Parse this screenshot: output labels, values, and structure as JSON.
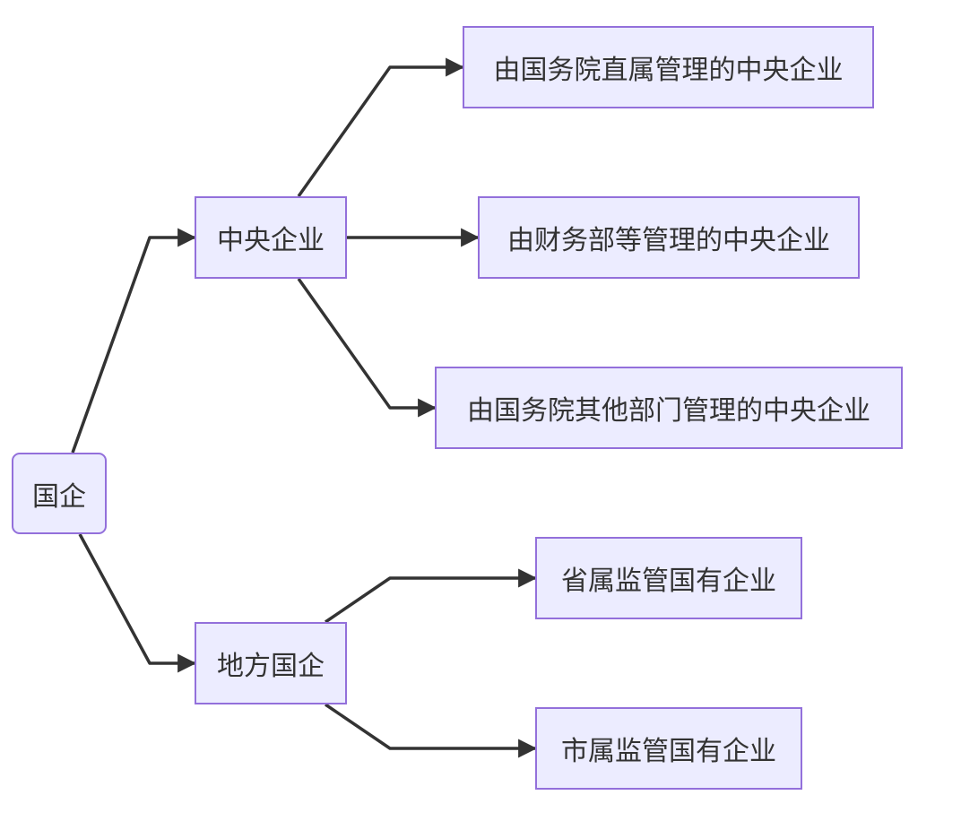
{
  "colors": {
    "node_fill": "#ececff",
    "node_border": "#9370db",
    "edge": "#333333",
    "text": "#333333"
  },
  "nodes": {
    "root": "国企",
    "central": "中央企业",
    "local": "地方国企",
    "central_children": [
      "由国务院直属管理的中央企业",
      "由财务部等管理的中央企业",
      "由国务院其他部门管理的中央企业"
    ],
    "local_children": [
      "省属监管国有企业",
      "市属监管国有企业"
    ]
  }
}
